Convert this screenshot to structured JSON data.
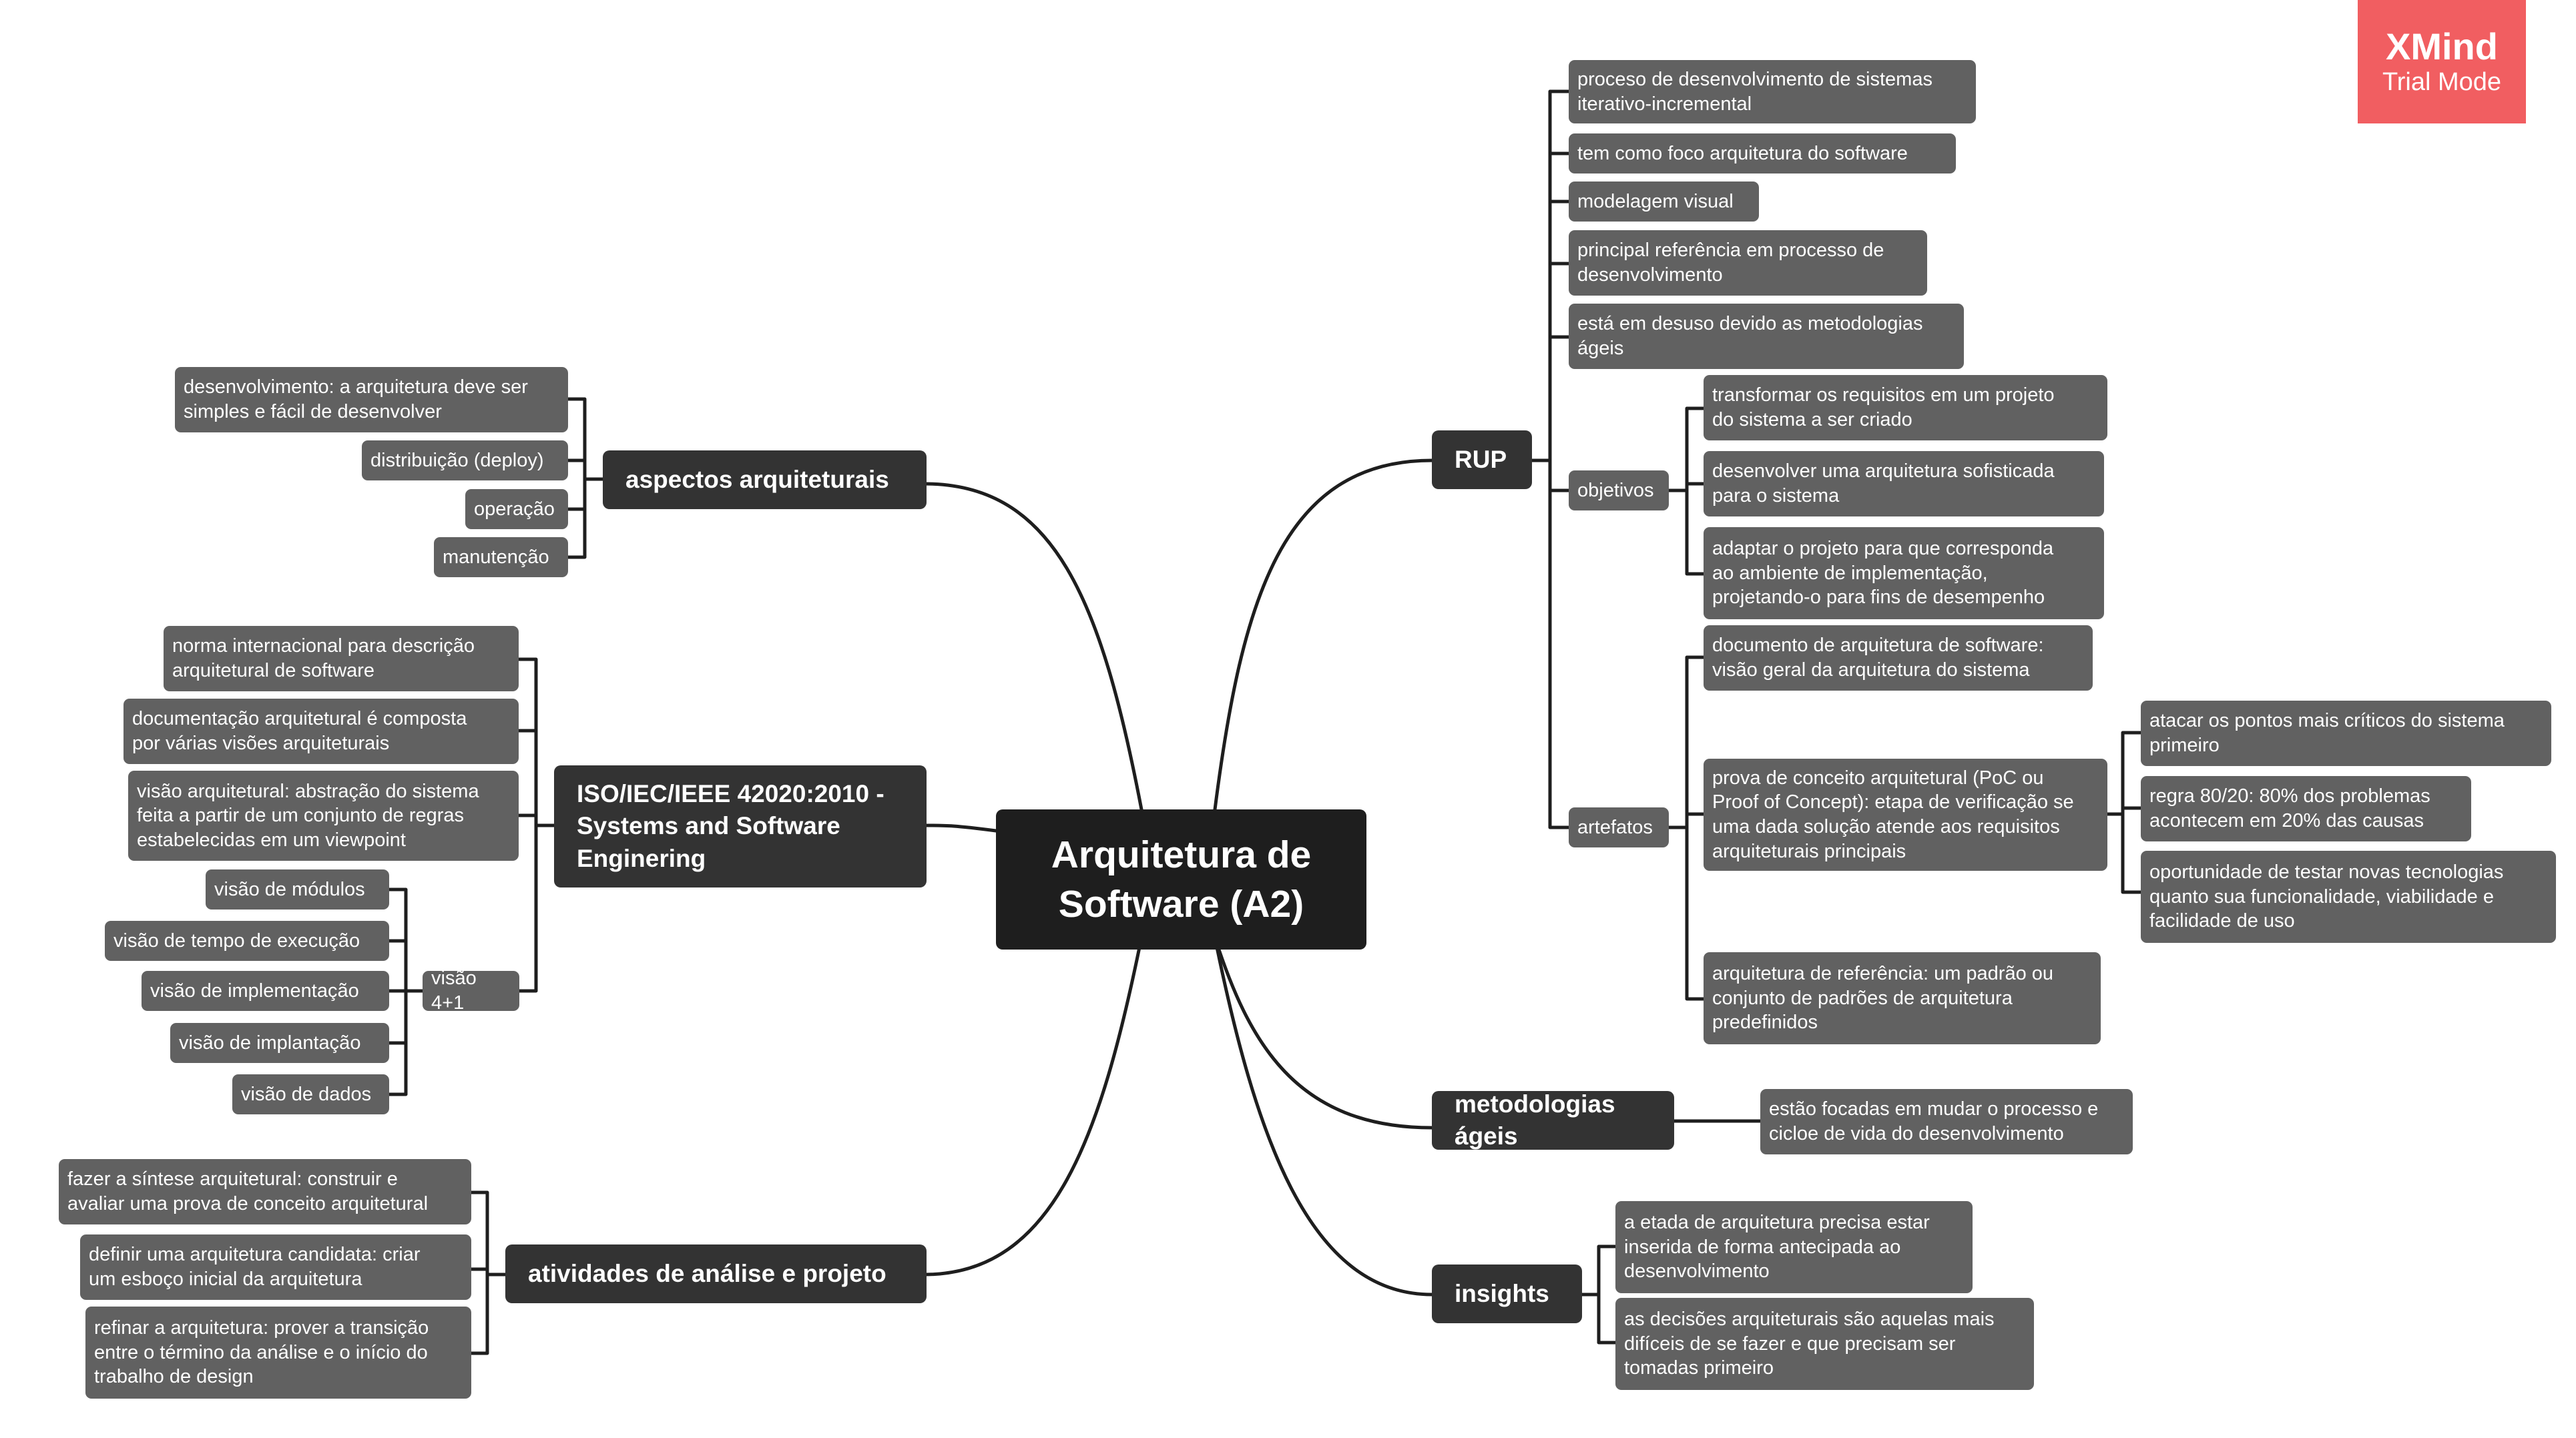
{
  "central": "Arquitetura de\nSoftware (A2)",
  "watermark": {
    "title": "XMind",
    "subtitle": "Trial Mode"
  },
  "colors": {
    "central": "#1e1e1e",
    "main": "#333333",
    "sub": "#616161",
    "line": "#1e1e1e",
    "badge": "#f15e61"
  },
  "topics": {
    "rup": {
      "label": "RUP",
      "items": [
        "proceso de desenvolvimento de sistemas\niterativo-incremental",
        "tem como foco arquitetura do software",
        "modelagem visual",
        "principal referência em processo de\ndesenvolvimento",
        "está em desuso devido as metodologias\nágeis"
      ],
      "objetivos": {
        "label": "objetivos",
        "items": [
          "transformar os requisitos em um projeto\ndo sistema a ser criado",
          "desenvolver uma arquitetura sofisticada\npara o sistema",
          "adaptar o projeto para que corresponda\nao ambiente de implementação,\nprojetando-o para fins de desempenho"
        ]
      },
      "artefatos": {
        "label": "artefatos",
        "doc": "documento de arquitetura de software:\nvisão geral da arquitetura do sistema",
        "poc": {
          "label": "prova de conceito arquitetural (PoC ou\nProof of Concept): etapa de verificação se\numa dada solução atende aos requisitos\narquiteturais principais",
          "items": [
            "atacar os pontos mais críticos do sistema\nprimeiro",
            "regra 80/20: 80% dos problemas\nacontecem em 20% das causas",
            "oportunidade de testar novas tecnologias\nquanto sua funcionalidade, viabilidade e\nfacilidade de uso"
          ]
        },
        "ref": "arquitetura de referência: um padrão ou\nconjunto de padrões de arquitetura\npredefinidos"
      }
    },
    "metodologias": {
      "label": "metodologias ágeis",
      "items": [
        "estão focadas em mudar o processo e\ncicloe de vida do desenvolvimento"
      ]
    },
    "insights": {
      "label": "insights",
      "items": [
        "a etada de arquitetura precisa estar\ninserida de forma antecipada ao\ndesenvolvimento",
        "as decisões arquiteturais são aquelas mais\ndifíceis de se fazer e que precisam ser\ntomadas primeiro"
      ]
    },
    "aspectos": {
      "label": "aspectos arquiteturais",
      "items": [
        "desenvolvimento: a arquitetura deve ser\nsimples e fácil de desenvolver",
        "distribuição (deploy)",
        "operação",
        "manutenção"
      ]
    },
    "iso": {
      "label": "ISO/IEC/IEEE 42020:2010 -\nSystems and Software\nEnginering",
      "items": [
        "norma internacional para descrição\narquitetural de software",
        "documentação arquitetural é composta\npor várias visões arquiteturais",
        "visão arquitetural: abstração do sistema\nfeita a partir de um conjunto de regras\nestabelecidas em um viewpoint"
      ],
      "visao": {
        "label": "visão 4+1",
        "items": [
          "visão de módulos",
          "visão de tempo de execução",
          "visão de implementação",
          "visão de implantação",
          "visão de dados"
        ]
      }
    },
    "atividades": {
      "label": "atividades de análise e projeto",
      "items": [
        "fazer a síntese arquitetural: construir e\navaliar uma prova de conceito arquitetural",
        "definir uma arquitetura candidata: criar\num esboço inicial da arquitetura",
        "refinar a arquitetura: prover a transição\nentre o término da análise e o início do\ntrabalho de design"
      ]
    }
  }
}
